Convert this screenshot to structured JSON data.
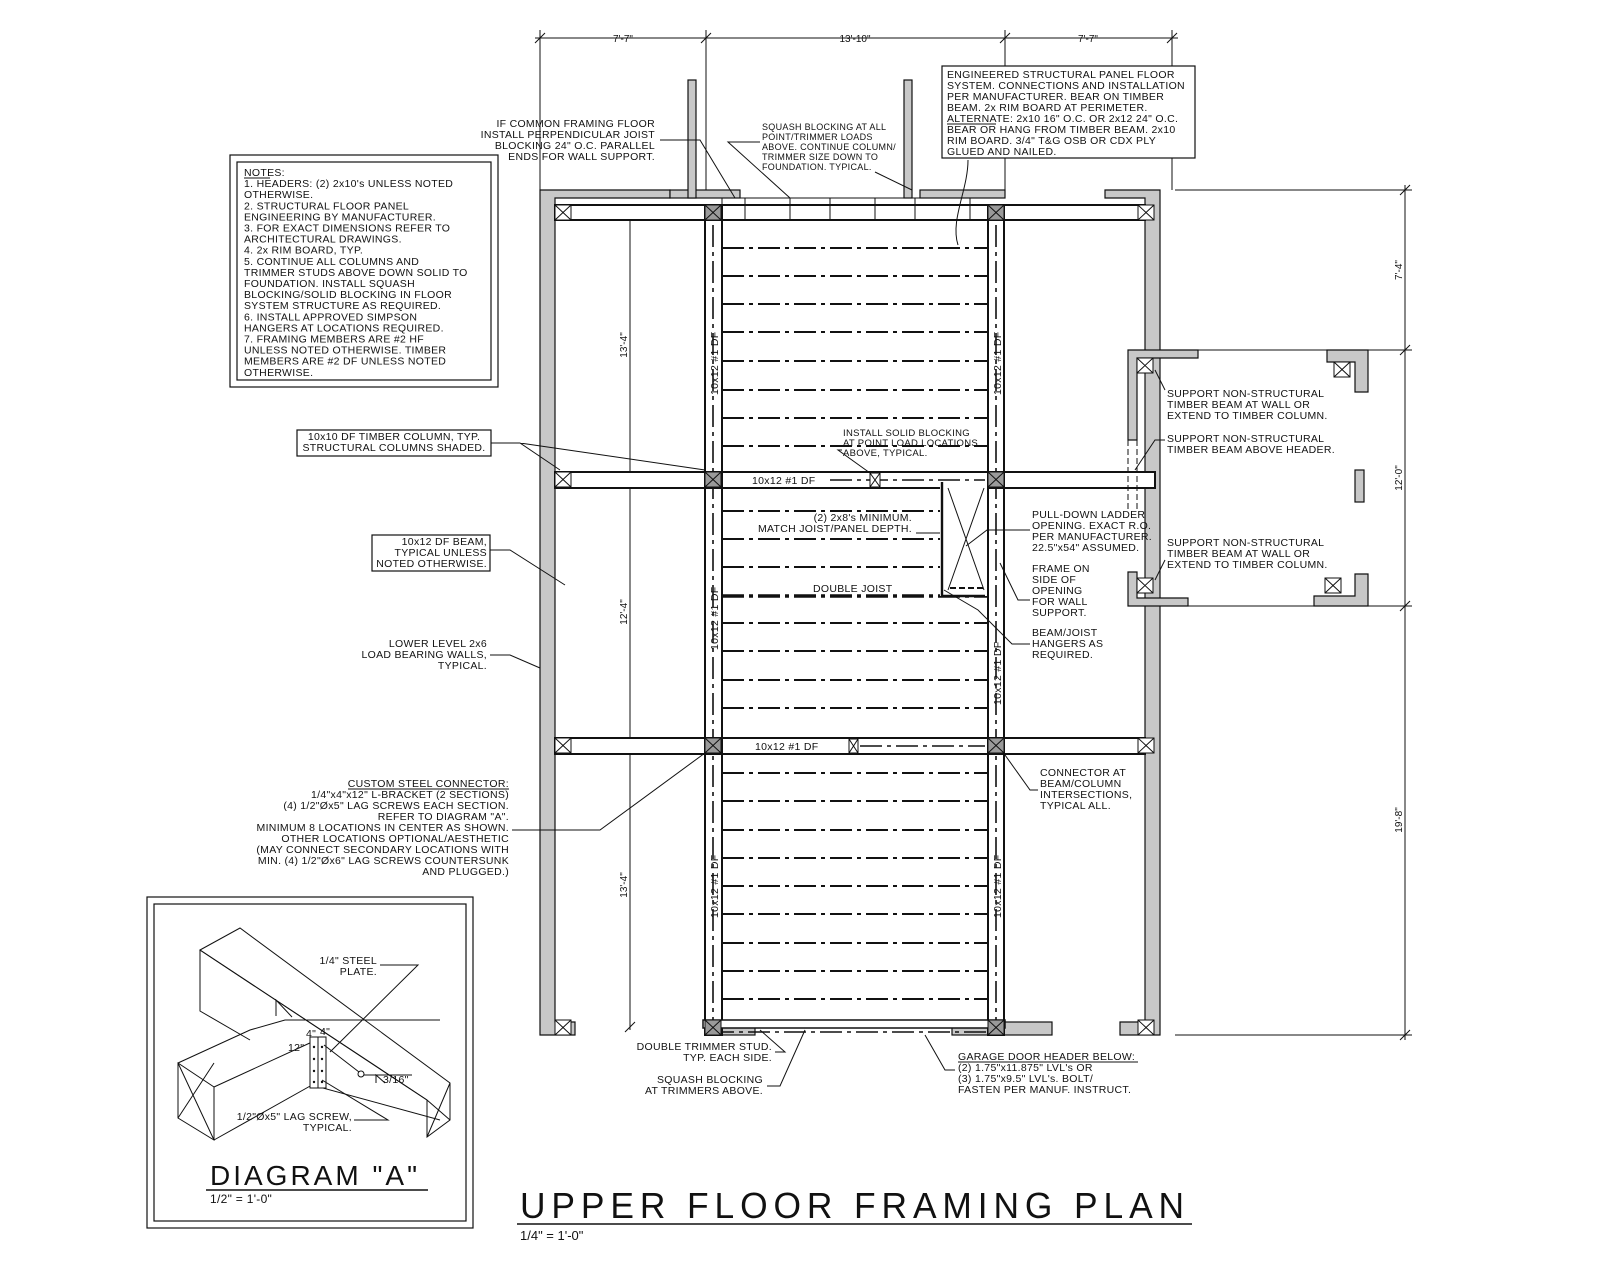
{
  "title": "UPPER FLOOR FRAMING PLAN",
  "scale": "1/4\" = 1'-0\"",
  "dimensions": {
    "top": [
      "7'-7\"",
      "13'-10\"",
      "7'-7\""
    ],
    "right": [
      "7'-4\"",
      "12'-0\"",
      "19'-8\""
    ],
    "left": [
      "13'-4\"",
      "12'-4\"",
      "13'-4\""
    ]
  },
  "notes": [
    "NOTES:",
    "1. HEADERS: (2) 2x10's UNLESS NOTED",
    "OTHERWISE.",
    "2. STRUCTURAL FLOOR PANEL",
    "ENGINEERING BY MANUFACTURER.",
    "3. FOR EXACT DIMENSIONS REFER TO",
    "ARCHITECTURAL DRAWINGS.",
    "4. 2x RIM BOARD, TYP.",
    "5. CONTINUE ALL COLUMNS AND",
    "TRIMMER STUDS ABOVE DOWN SOLID TO",
    "FOUNDATION. INSTALL SQUASH",
    "BLOCKING/SOLID BLOCKING IN FLOOR",
    "SYSTEM STRUCTURE AS REQUIRED.",
    "6. INSTALL APPROVED SIMPSON",
    "HANGERS AT LOCATIONS REQUIRED.",
    "7. FRAMING MEMBERS ARE #2 HF",
    "UNLESS NOTED OTHERWISE. TIMBER",
    "MEMBERS ARE #2 DF UNLESS NOTED",
    "OTHERWISE."
  ],
  "engineered_note": [
    "ENGINEERED STRUCTURAL PANEL FLOOR",
    "SYSTEM. CONNECTIONS AND INSTALLATION",
    "PER MANUFACTURER. BEAR ON TIMBER",
    "BEAM. 2x RIM BOARD AT PERIMETER.",
    "ALTERNATE: 2x10 16\" O.C. OR 2x12 24\" O.C.",
    "BEAR OR HANG FROM TIMBER BEAM. 2x10",
    "RIM BOARD. 3/4\" T&G OSB OR CDX PLY",
    "GLUED AND NAILED."
  ],
  "callouts": {
    "common_framing": [
      "IF COMMON FRAMING FLOOR",
      "INSTALL PERPENDICULAR JOIST",
      "BLOCKING 24\" O.C. PARALLEL",
      "ENDS FOR WALL SUPPORT."
    ],
    "squash_top": [
      "SQUASH BLOCKING AT ALL",
      "POINT/TRIMMER LOADS",
      "ABOVE. CONTINUE COLUMN/",
      "TRIMMER SIZE DOWN TO",
      "FOUNDATION. TYPICAL."
    ],
    "timber_column": [
      "10x10 DF TIMBER COLUMN, TYP.",
      "STRUCTURAL COLUMNS SHADED."
    ],
    "beam_typ": [
      "10x12 DF BEAM,",
      "TYPICAL UNLESS",
      "NOTED OTHERWISE."
    ],
    "lower_walls": [
      "LOWER LEVEL 2x6",
      "LOAD BEARING WALLS,",
      "TYPICAL."
    ],
    "solid_blocking": [
      "INSTALL SOLID BLOCKING",
      "AT POINT LOAD LOCATIONS",
      "ABOVE, TYPICAL."
    ],
    "two_2x8": [
      "(2) 2x8's MINIMUM.",
      "MATCH JOIST/PANEL DEPTH."
    ],
    "double_joist": [
      "DOUBLE JOIST"
    ],
    "ladder": [
      "PULL-DOWN LADDER",
      "OPENING. EXACT R.O.",
      "PER MANUFACTURER.",
      "22.5\"x54\" ASSUMED."
    ],
    "frame_side": [
      "FRAME ON",
      "SIDE OF",
      "OPENING",
      "FOR WALL",
      "SUPPORT."
    ],
    "hangers": [
      "BEAM/JOIST",
      "HANGERS AS",
      "REQUIRED."
    ],
    "support_wall_1": [
      "SUPPORT NON-STRUCTURAL",
      "TIMBER BEAM AT WALL OR",
      "EXTEND TO TIMBER COLUMN."
    ],
    "support_header": [
      "SUPPORT NON-STRUCTURAL",
      "TIMBER BEAM ABOVE HEADER."
    ],
    "support_wall_2": [
      "SUPPORT NON-STRUCTURAL",
      "TIMBER BEAM AT WALL OR",
      "EXTEND TO TIMBER COLUMN."
    ],
    "connector": [
      "CONNECTOR AT",
      "BEAM/COLUMN",
      "INTERSECTIONS,",
      "TYPICAL ALL."
    ],
    "steel_connector": [
      "CUSTOM STEEL CONNECTOR:",
      "1/4\"x4\"x12\" L-BRACKET (2 SECTIONS)",
      "(4) 1/2\"Øx5\" LAG SCREWS EACH SECTION.",
      "REFER TO DIAGRAM \"A\".",
      "MINIMUM 8 LOCATIONS IN CENTER AS SHOWN.",
      "OTHER LOCATIONS OPTIONAL/AESTHETIC",
      "(MAY CONNECT SECONDARY LOCATIONS WITH",
      "MIN. (4) 1/2\"Øx6\" LAG SCREWS COUNTERSUNK",
      "AND PLUGGED.)"
    ],
    "trimmer": [
      "DOUBLE TRIMMER STUD.",
      "TYP. EACH SIDE."
    ],
    "squash_bottom": [
      "SQUASH BLOCKING",
      "AT TRIMMERS ABOVE."
    ],
    "garage_header": [
      "GARAGE DOOR HEADER BELOW:",
      "(2) 1.75\"x11.875\" LVL's OR",
      "(3) 1.75\"x9.5\" LVL's. BOLT/",
      "FASTEN PER MANUF. INSTRUCT."
    ]
  },
  "members": {
    "beam_mid": "10x12 #1 DF",
    "beam_low": "10x12 #1 DF",
    "vertical": "10x12 #1 DF"
  },
  "diagram_a": {
    "title": "DIAGRAM \"A\"",
    "scale": "1/2\" = 1'-0\"",
    "plate": [
      "1/4\" STEEL",
      "PLATE."
    ],
    "screw": [
      "1/2\"Øx5\" LAG SCREW,",
      "TYPICAL."
    ],
    "dim_4a": "4\"",
    "dim_4b": "4\"",
    "dim_12": "12\"",
    "weld": "3/16\""
  }
}
